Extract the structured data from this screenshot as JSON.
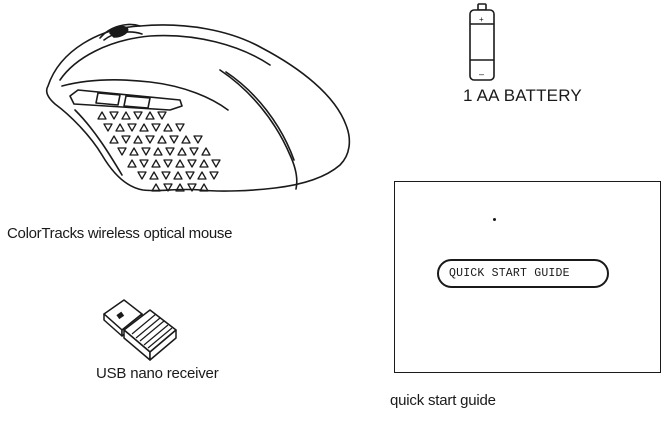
{
  "items": {
    "mouse": {
      "label": "ColorTracks wireless optical mouse",
      "icon": "mouse-illustration"
    },
    "battery": {
      "label": "1 AA BATTERY",
      "icon": "aa-battery-illustration"
    },
    "receiver": {
      "label": "USB nano receiver",
      "icon": "usb-receiver-illustration"
    },
    "guide": {
      "label": "quick start guide",
      "cover_title": "QUICK START GUIDE",
      "icon": "booklet-illustration"
    }
  },
  "colors": {
    "line": "#1a1a1a",
    "background": "#ffffff"
  }
}
